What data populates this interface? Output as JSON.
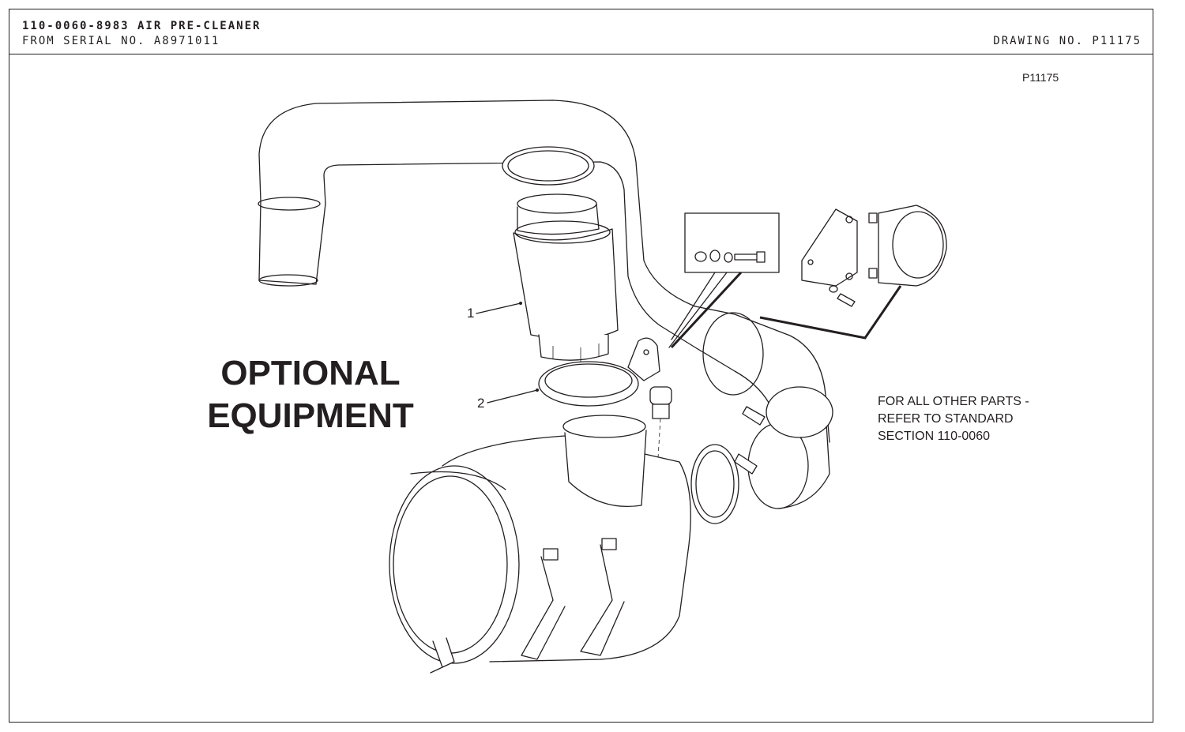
{
  "header": {
    "part_title": "110-0060-8983 AIR PRE-CLEANER",
    "serial": "FROM SERIAL NO. A8971011",
    "drawing_no": "DRAWING NO. P11175"
  },
  "figure": {
    "reference_code": "P11175",
    "optional_line1": "OPTIONAL",
    "optional_line2": "EQUIPMENT",
    "callouts": [
      {
        "label": "1"
      },
      {
        "label": "2"
      }
    ],
    "note_lines": [
      "FOR ALL OTHER PARTS -",
      "REFER TO STANDARD",
      "SECTION 110-0060"
    ]
  }
}
